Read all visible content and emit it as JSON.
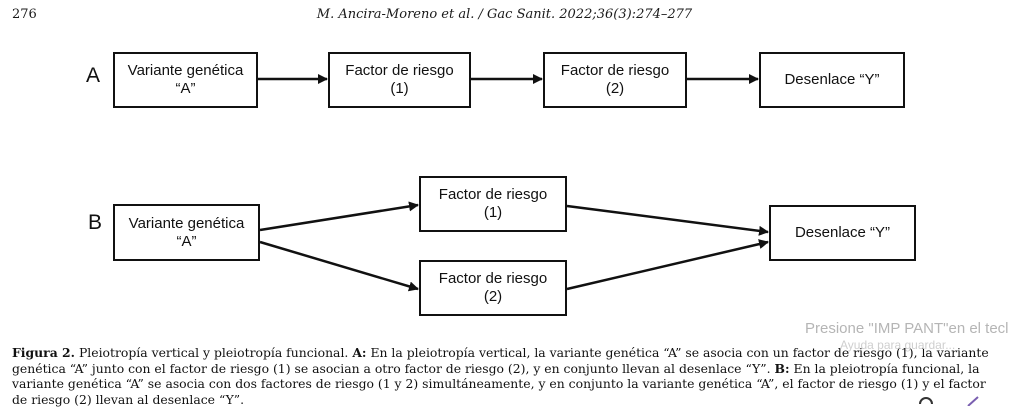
{
  "header": {
    "page_number": "276",
    "running_head": "M. Ancira-Moreno et al. / Gac Sanit. 2022;36(3):274–277"
  },
  "figure": {
    "panel_a": {
      "label": "A",
      "boxes": [
        {
          "line1": "Variante genética",
          "line2": "“A”"
        },
        {
          "line1": "Factor de riesgo",
          "line2": "(1)"
        },
        {
          "line1": "Factor de riesgo",
          "line2": "(2)"
        },
        {
          "line1": "Desenlace “Y”",
          "line2": ""
        }
      ]
    },
    "panel_b": {
      "label": "B",
      "boxes": [
        {
          "line1": "Variante genética",
          "line2": "“A”"
        },
        {
          "line1": "Factor de riesgo",
          "line2": "(1)"
        },
        {
          "line1": "Factor de riesgo",
          "line2": "(2)"
        },
        {
          "line1": "Desenlace “Y”",
          "line2": ""
        }
      ]
    }
  },
  "caption": {
    "label": "Figura 2.",
    "title": "Pleiotropía vertical y pleiotropía funcional.",
    "a_label": "A:",
    "a_text": "En la pleiotropía vertical, la variante genética “A” se asocia con un factor de riesgo (1), la variante genética “A” junto con el factor de riesgo (1) se asocian a otro factor de riesgo (2), y en conjunto llevan al desenlace “Y”.",
    "b_label": "B:",
    "b_text": "En la pleiotropía funcional, la variante genética “A” se asocia con dos factores de riesgo (1 y 2) simultáneamente, y en conjunto la variante genética “A”, el factor de riesgo (1) y el factor de riesgo (2) llevan al desenlace “Y”."
  },
  "overlay": {
    "line1": "Presione \"IMP PANT\"en el tecl",
    "line2": "Ayuda para guardar..."
  }
}
